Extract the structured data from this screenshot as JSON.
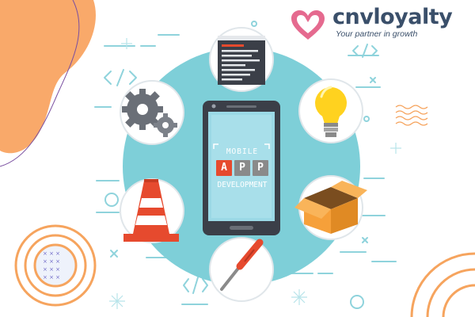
{
  "brand": {
    "name": "cnvloyalty",
    "tagline": "Your partner in growth",
    "color": "#3a4f6a",
    "heart_color": "#e56a8f"
  },
  "phone": {
    "line1": "MOBILE",
    "app_letters": [
      "A",
      "P",
      "P"
    ],
    "line3": "DEVELOPMENT",
    "letter_colors": [
      "#e64a2e",
      "#8a8a8a",
      "#8a8a8a"
    ]
  },
  "icons": [
    "code-editor-icon",
    "lightbulb-icon",
    "box-icon",
    "screwdriver-icon",
    "traffic-cone-icon",
    "gears-icon"
  ],
  "colors": {
    "hub_circle": "#7ecfd8",
    "accent_orange": "#f9a15a",
    "phone_body": "#3b3f48",
    "phone_screen": "#9bd9e6",
    "decor_lines": "#8fd3dc"
  }
}
